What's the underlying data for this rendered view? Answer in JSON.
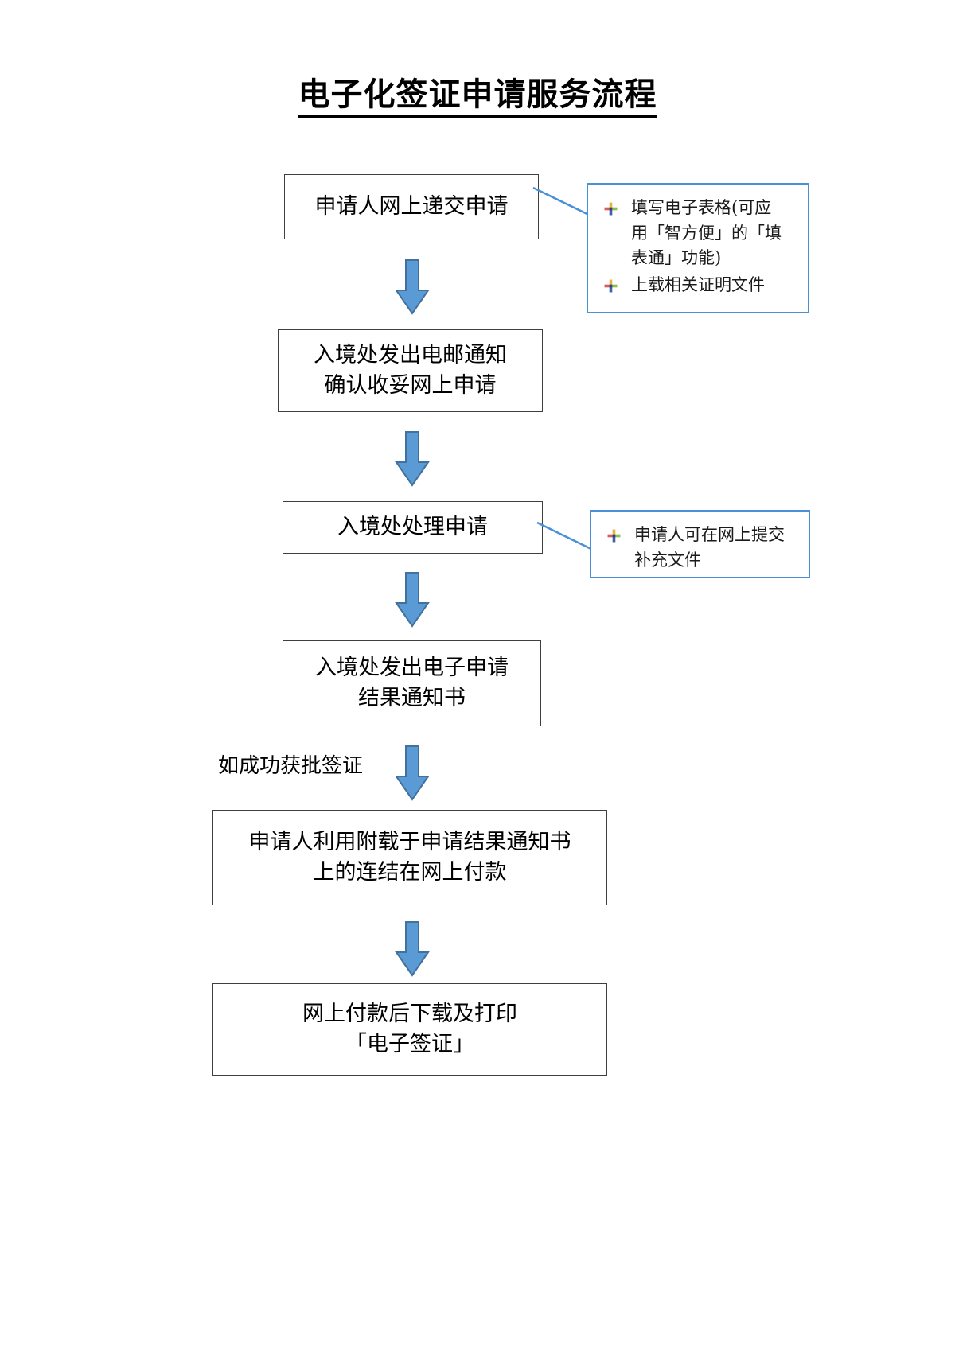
{
  "document": {
    "title": "电子化签证申请服务流程"
  },
  "flow": {
    "steps": [
      {
        "id": "step-1",
        "lines": [
          "申请人网上递交申请"
        ]
      },
      {
        "id": "step-2",
        "lines": [
          "入境处发出电邮通知",
          "确认收妥网上申请"
        ]
      },
      {
        "id": "step-3",
        "lines": [
          "入境处处理申请"
        ]
      },
      {
        "id": "step-4",
        "lines": [
          "入境处发出电子申请",
          "结果通知书"
        ]
      },
      {
        "id": "step-5",
        "lines": [
          "申请人利用附载于申请结果通知书",
          "上的连结在网上付款"
        ]
      },
      {
        "id": "step-6",
        "lines": [
          "网上付款后下载及打印",
          "「电子签证」"
        ]
      }
    ],
    "branch_label": "如成功获批签证",
    "arrow_color": "#5b9bd5",
    "arrow_border_color": "#41719c",
    "box_border_color": "#3f3f3f",
    "callout_border_color": "#4a90d9"
  },
  "callouts": [
    {
      "id": "callout-1",
      "attached_to": "step-1",
      "bullets": [
        {
          "icon": "bullet-cross-icon",
          "lines": [
            "填写电子表格(可应",
            "用「智方便」的「填",
            "表通」功能)"
          ]
        },
        {
          "icon": "bullet-cross-icon",
          "lines": [
            "上载相关证明文件"
          ]
        }
      ]
    },
    {
      "id": "callout-2",
      "attached_to": "step-3",
      "bullets": [
        {
          "icon": "bullet-cross-icon",
          "lines": [
            "申请人可在网上提交",
            "补充文件"
          ]
        }
      ]
    }
  ]
}
